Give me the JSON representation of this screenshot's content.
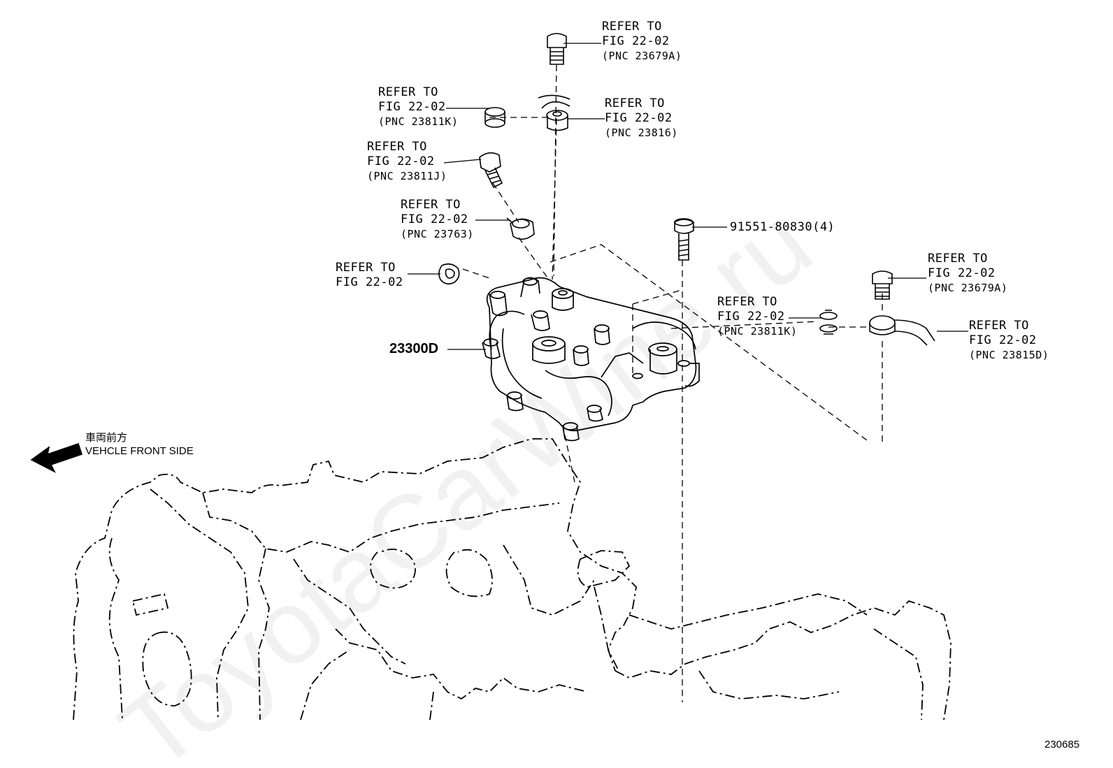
{
  "callouts": [
    {
      "id": "c1",
      "l1": "REFER TO",
      "l2": "FIG 22-02",
      "l3": "(PNC 23679A)"
    },
    {
      "id": "c2",
      "l1": "REFER TO",
      "l2": "FIG 22-02",
      "l3": "(PNC 23811K)"
    },
    {
      "id": "c3",
      "l1": "REFER TO",
      "l2": "FIG 22-02",
      "l3": "(PNC 23816)"
    },
    {
      "id": "c4",
      "l1": "REFER TO",
      "l2": "FIG 22-02",
      "l3": "(PNC 23811J)"
    },
    {
      "id": "c5",
      "l1": "REFER TO",
      "l2": "FIG 22-02",
      "l3": "(PNC 23763)"
    },
    {
      "id": "c6",
      "l1": "REFER TO",
      "l2": "FIG 22-02"
    },
    {
      "id": "c7",
      "l1": "REFER TO",
      "l2": "FIG 22-02",
      "l3": "(PNC 23811K)"
    },
    {
      "id": "c8",
      "l1": "REFER TO",
      "l2": "FIG 22-02",
      "l3": "(PNC 23679A)"
    },
    {
      "id": "c9",
      "l1": "REFER TO",
      "l2": "FIG 22-02",
      "l3": "(PNC 23815D)"
    }
  ],
  "bolt_label": "91551-80830(4)",
  "main_part_label": "23300D",
  "front_jp": "車両前方",
  "front_en": "VEHCLE FRONT SIDE",
  "figure_id": "230685",
  "watermark": "ToyotaCarWine.ru"
}
